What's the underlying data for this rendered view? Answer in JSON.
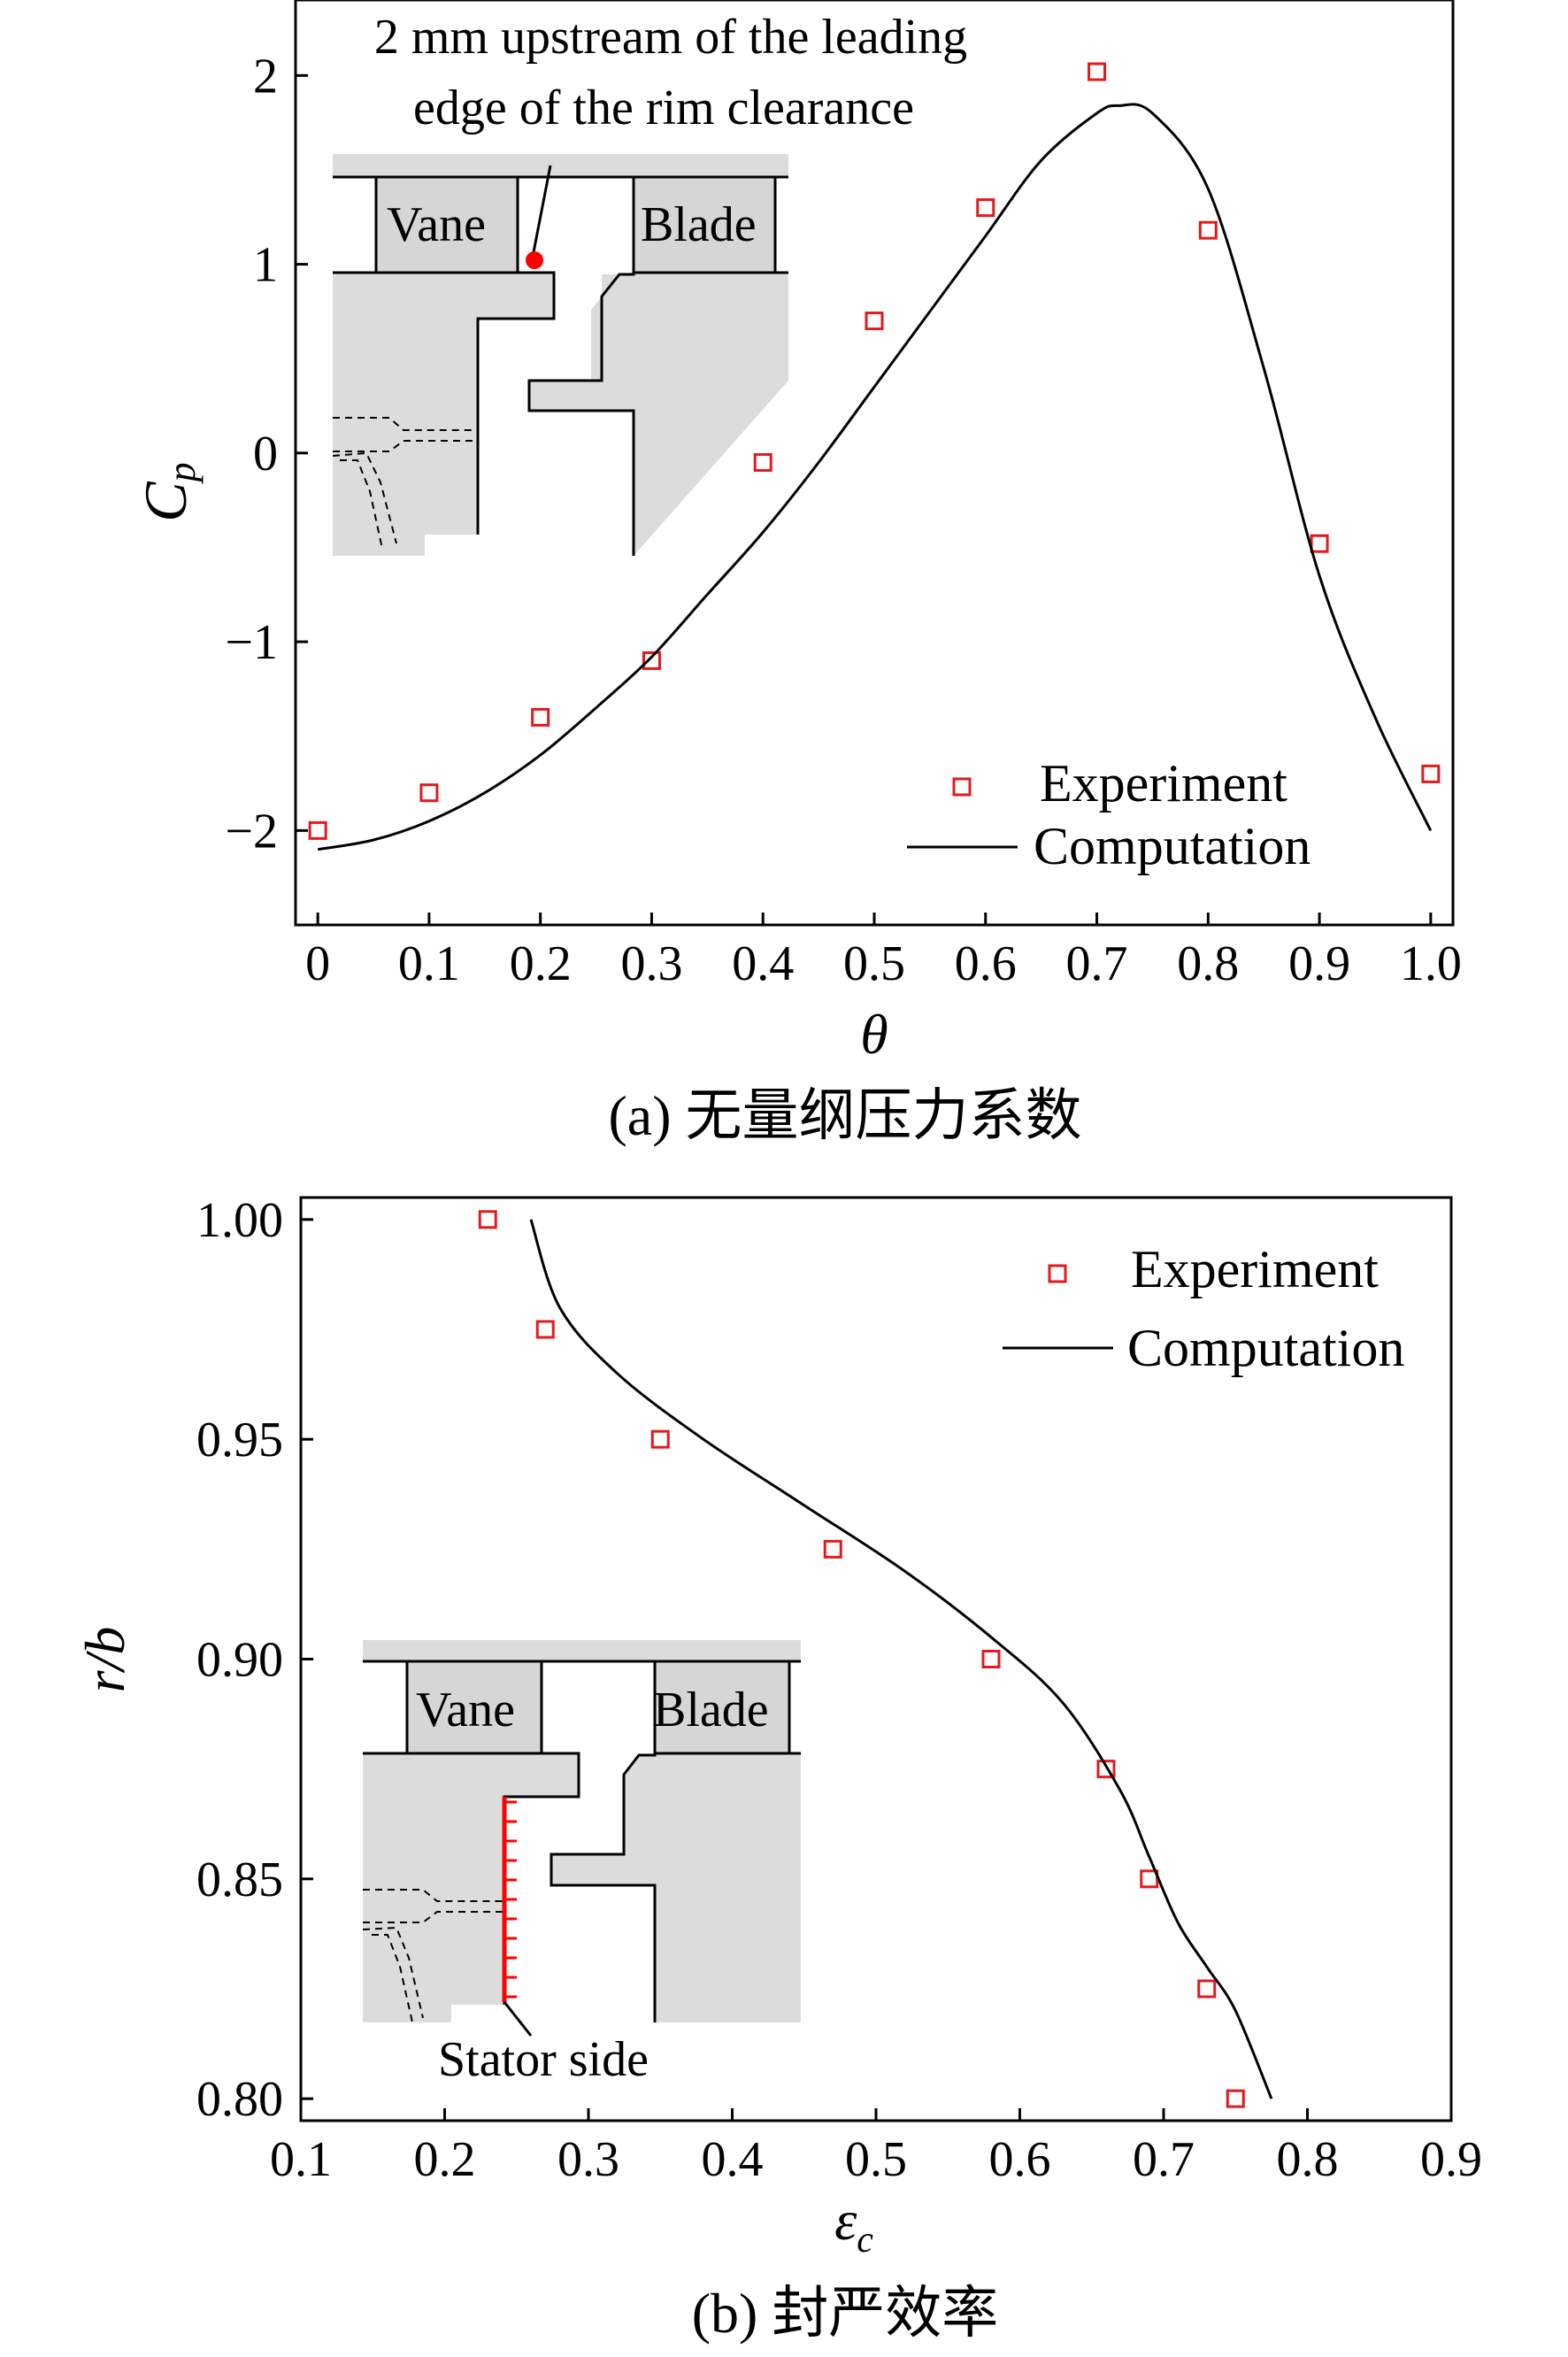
{
  "chart_data": [
    {
      "type": "scatter",
      "panel_caption": "(a) 无量纲压力系数",
      "xlabel": "θ",
      "ylabel_main": "C",
      "ylabel_sub": "p",
      "xlim": [
        -0.02,
        1.02
      ],
      "ylim": [
        -2.5,
        2.4
      ],
      "xticks": [
        0,
        0.1,
        0.2,
        0.3,
        0.4,
        0.5,
        0.6,
        0.7,
        0.8,
        0.9,
        1.0
      ],
      "xtick_labels": [
        "0",
        "0.1",
        "0.2",
        "0.3",
        "0.4",
        "0.5",
        "0.6",
        "0.7",
        "0.8",
        "0.9",
        "1.0"
      ],
      "yticks": [
        -2,
        -1,
        0,
        1,
        2
      ],
      "ytick_labels": [
        "−2",
        "−1",
        "0",
        "1",
        "2"
      ],
      "grid": false,
      "legend_position": "bottom-right",
      "series": [
        {
          "name": "Experiment",
          "style": "marker",
          "color": "#e31a1c",
          "x": [
            0,
            0.1,
            0.2,
            0.3,
            0.4,
            0.5,
            0.6,
            0.7,
            0.8,
            0.9,
            1.0
          ],
          "y": [
            -2.0,
            -1.8,
            -1.4,
            -1.1,
            -0.05,
            0.7,
            1.3,
            2.02,
            1.18,
            -0.48,
            -1.7
          ]
        },
        {
          "name": "Computation",
          "style": "line",
          "color": "#000000",
          "x": [
            0,
            0.05,
            0.1,
            0.15,
            0.2,
            0.25,
            0.3,
            0.35,
            0.4,
            0.45,
            0.5,
            0.55,
            0.6,
            0.65,
            0.7,
            0.72,
            0.75,
            0.8,
            0.85,
            0.9,
            0.95,
            1.0
          ],
          "y": [
            -2.1,
            -2.05,
            -1.95,
            -1.8,
            -1.6,
            -1.35,
            -1.08,
            -0.75,
            -0.42,
            -0.05,
            0.35,
            0.75,
            1.15,
            1.55,
            1.8,
            1.84,
            1.8,
            1.4,
            0.45,
            -0.65,
            -1.4,
            -2.0
          ]
        }
      ],
      "inset": {
        "annotation_line1": "2 mm upstream of the leading",
        "annotation_line2": "edge of the rim clearance",
        "vane_label": "Vane",
        "blade_label": "Blade",
        "marker_color": "#ff0000"
      }
    },
    {
      "type": "scatter",
      "panel_caption": "(b) 封严效率",
      "xlabel_main": "ε",
      "xlabel_sub": "c",
      "ylabel": "r/b",
      "xlim": [
        0.1,
        0.9
      ],
      "ylim": [
        0.795,
        1.005
      ],
      "xticks": [
        0.1,
        0.2,
        0.3,
        0.4,
        0.5,
        0.6,
        0.7,
        0.8,
        0.9
      ],
      "xtick_labels": [
        "0.1",
        "0.2",
        "0.3",
        "0.4",
        "0.5",
        "0.6",
        "0.7",
        "0.8",
        "0.9"
      ],
      "yticks": [
        0.8,
        0.85,
        0.9,
        0.95,
        1.0
      ],
      "ytick_labels": [
        "0.80",
        "0.85",
        "0.90",
        "0.95",
        "1.00"
      ],
      "grid": false,
      "legend_position": "top-right",
      "series": [
        {
          "name": "Experiment",
          "style": "marker",
          "color": "#e31a1c",
          "x": [
            0.23,
            0.27,
            0.35,
            0.47,
            0.58,
            0.66,
            0.69,
            0.73,
            0.75
          ],
          "y": [
            1.0,
            0.975,
            0.95,
            0.925,
            0.9,
            0.875,
            0.85,
            0.825,
            0.8
          ]
        },
        {
          "name": "Computation",
          "style": "line",
          "color": "#000000",
          "x": [
            0.26,
            0.28,
            0.32,
            0.38,
            0.45,
            0.52,
            0.58,
            0.63,
            0.67,
            0.69,
            0.71,
            0.73,
            0.75,
            0.775
          ],
          "y": [
            1.0,
            0.98,
            0.965,
            0.95,
            0.935,
            0.92,
            0.905,
            0.89,
            0.87,
            0.855,
            0.84,
            0.83,
            0.82,
            0.8
          ]
        }
      ],
      "inset": {
        "vane_label": "Vane",
        "blade_label": "Blade",
        "side_label": "Stator side",
        "marker_color": "#ff0000"
      }
    }
  ]
}
